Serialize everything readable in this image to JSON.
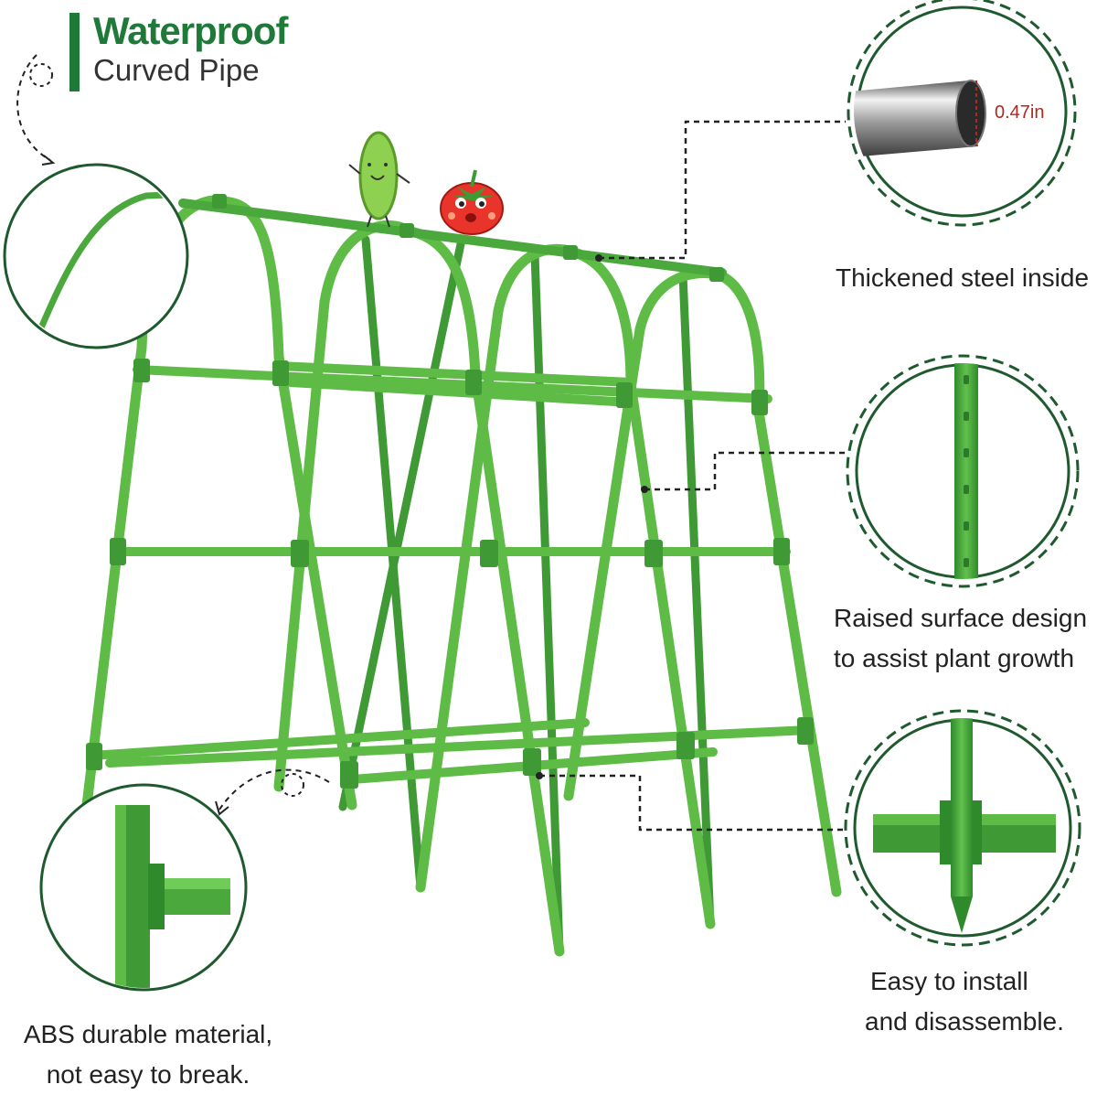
{
  "header": {
    "title": "Waterproof",
    "subtitle": "Curved Pipe"
  },
  "callouts": {
    "steel": {
      "caption": "Thickened steel inside",
      "dimension": "0.47in"
    },
    "surface": {
      "line1": "Raised surface design",
      "line2": "to assist plant growth"
    },
    "install": {
      "line1": "Easy to install",
      "line2": "and disassemble."
    },
    "abs": {
      "line1": "ABS durable material,",
      "line2": "not easy to break."
    }
  },
  "colors": {
    "brand_green": "#1f7a3a",
    "trellis_green": "#5dbb46",
    "trellis_dark": "#3f9a35",
    "dimension_red": "#b0281f"
  }
}
